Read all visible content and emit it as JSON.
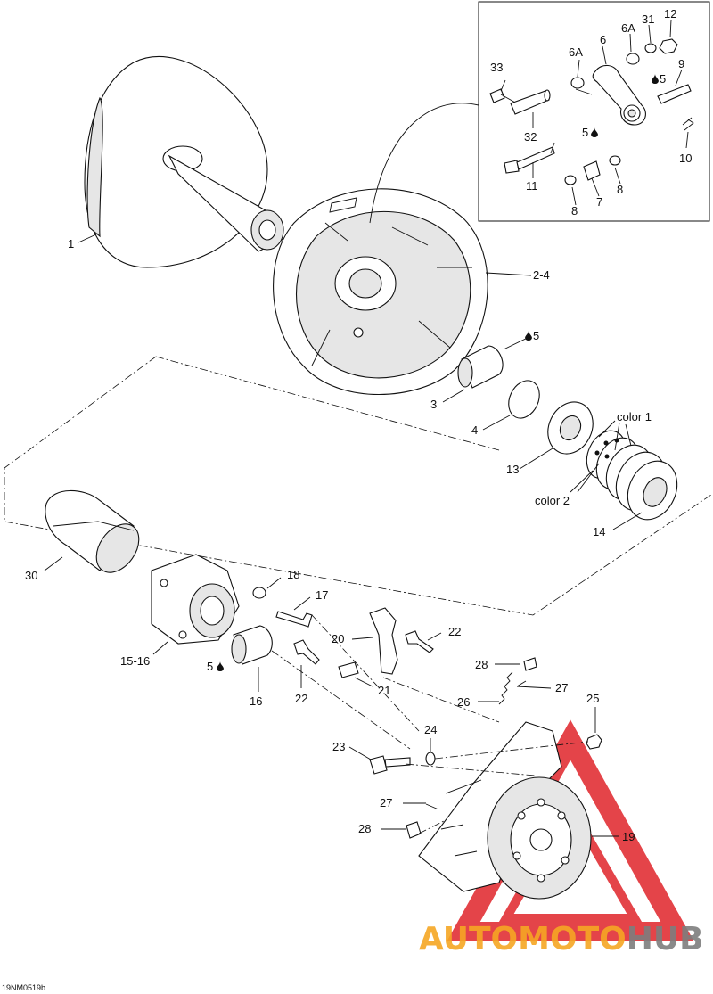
{
  "labels": {
    "l1": "1",
    "l2_4": "2-4",
    "l3": "3",
    "l4": "4",
    "l5a": "5",
    "l5b": "5",
    "l5c": "5",
    "l5d": "5",
    "l6": "6",
    "l6a_1": "6A",
    "l6a_2": "6A",
    "l7": "7",
    "l8a": "8",
    "l8b": "8",
    "l9": "9",
    "l10": "10",
    "l11": "11",
    "l12": "12",
    "l13": "13",
    "l14": "14",
    "l15_16": "15-16",
    "l16": "16",
    "l17": "17",
    "l18": "18",
    "l19": "19",
    "l20": "20",
    "l21": "21",
    "l22a": "22",
    "l22b": "22",
    "l23": "23",
    "l24": "24",
    "l25": "25",
    "l26": "26",
    "l27a": "27",
    "l27b": "27",
    "l28a": "28",
    "l28b": "28",
    "l30": "30",
    "l31": "31",
    "l32": "32",
    "l33": "33",
    "color1": "color 1",
    "color2": "color 2"
  },
  "reference_code": "19NM0519b",
  "watermark": {
    "brand_part1": "AUTOMOTO",
    "brand_part2": "HUB",
    "color_orange": "#f5a623",
    "color_gray": "#7d7d7d",
    "color_red": "#e0242a"
  },
  "icons": {
    "oil_drop": "oil-drop-icon"
  }
}
